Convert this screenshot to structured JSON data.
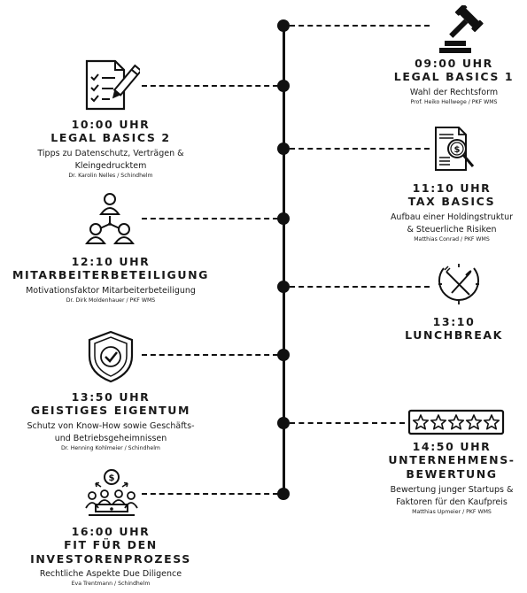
{
  "sessions": [
    {
      "time": "09:00 UHR",
      "title_lines": [
        "LEGAL BASICS 1"
      ],
      "desc_lines": [
        "Wahl der Rechtsform"
      ],
      "speaker": "Prof. Heiko Hellwege / PKF WMS",
      "icon": "gavel-icon"
    },
    {
      "time": "10:00 UHR",
      "title_lines": [
        "LEGAL BASICS 2"
      ],
      "desc_lines": [
        "Tipps zu Datenschutz, Verträgen &",
        "Kleingedrucktem"
      ],
      "speaker": "Dr. Karolin Nelles / Schindhelm",
      "icon": "contract-pen-icon"
    },
    {
      "time": "11:10 UHR",
      "title_lines": [
        "TAX BASICS"
      ],
      "desc_lines": [
        "Aufbau einer Holdingstruktur",
        "& Steuerliche Risiken"
      ],
      "speaker": "Matthias Conrad  / PKF WMS",
      "icon": "tax-document-icon"
    },
    {
      "time": "12:10 UHR",
      "title_lines": [
        "MITARBEITERBETEILIGUNG"
      ],
      "desc_lines": [
        "Motivationsfaktor Mitarbeiterbeteiligung"
      ],
      "speaker": "Dr. Dirk Moldenhauer / PKF WMS",
      "icon": "people-network-icon"
    },
    {
      "time": "13:10",
      "title_lines": [
        "LUNCHBREAK"
      ],
      "desc_lines": [],
      "speaker": "",
      "icon": "clock-cutlery-icon"
    },
    {
      "time": "13:50 UHR",
      "title_lines": [
        "GEISTIGES EIGENTUM"
      ],
      "desc_lines": [
        "Schutz von Know-How sowie Geschäfts-",
        "und Betriebsgeheimnissen"
      ],
      "speaker": "Dr. Henning Kohlmeier / Schindhelm",
      "icon": "shield-check-icon"
    },
    {
      "time": "14:50 UHR",
      "title_lines": [
        "UNTERNEHMENS-",
        "BEWERTUNG"
      ],
      "desc_lines": [
        "Bewertung junger Startups &",
        "Faktoren für den Kaufpreis"
      ],
      "speaker": "Matthias Upmeier / PKF WMS",
      "icon": "five-stars-icon"
    },
    {
      "time": "16:00 UHR",
      "title_lines": [
        "FIT FÜR DEN",
        "INVESTORENPROZESS"
      ],
      "desc_lines": [
        "Rechtliche Aspekte Due Diligence"
      ],
      "speaker": "Eva Trentmann / Schindhelm",
      "icon": "investor-meeting-icon"
    }
  ]
}
